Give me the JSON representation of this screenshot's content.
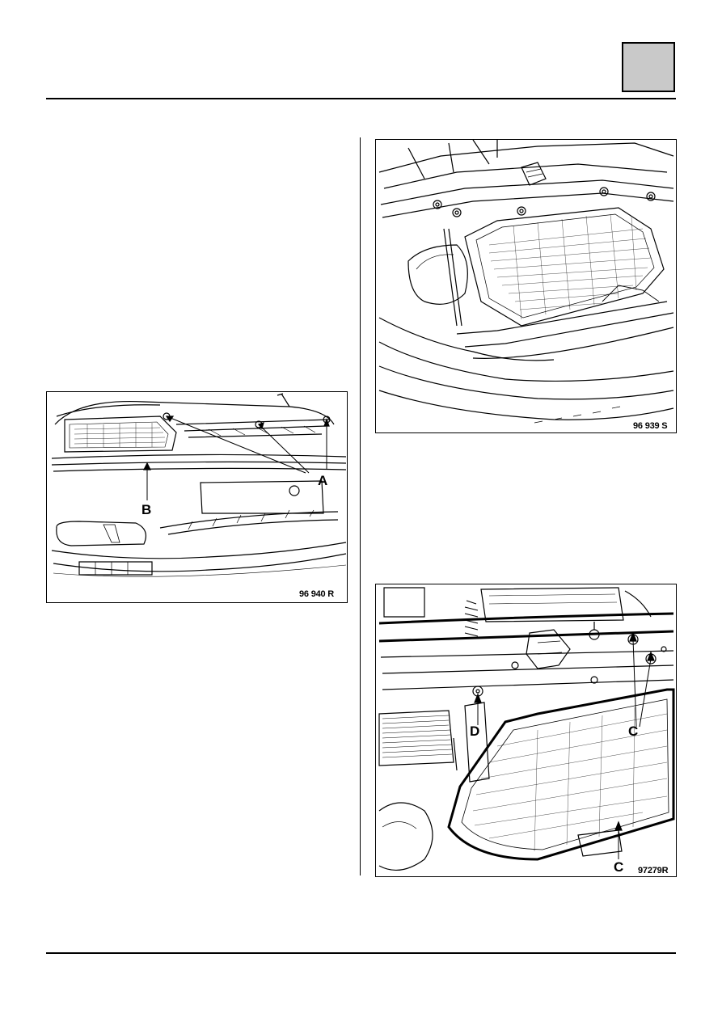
{
  "figures": {
    "front_bumper": {
      "ref": "96 940 R",
      "callouts": {
        "a": "A",
        "b": "B"
      }
    },
    "headlamp_removed": {
      "ref": "96 939 S"
    },
    "headlamp_fixings": {
      "ref": "97279R",
      "callouts": {
        "c_top": "C",
        "c_bottom": "C",
        "d": "D"
      }
    }
  }
}
